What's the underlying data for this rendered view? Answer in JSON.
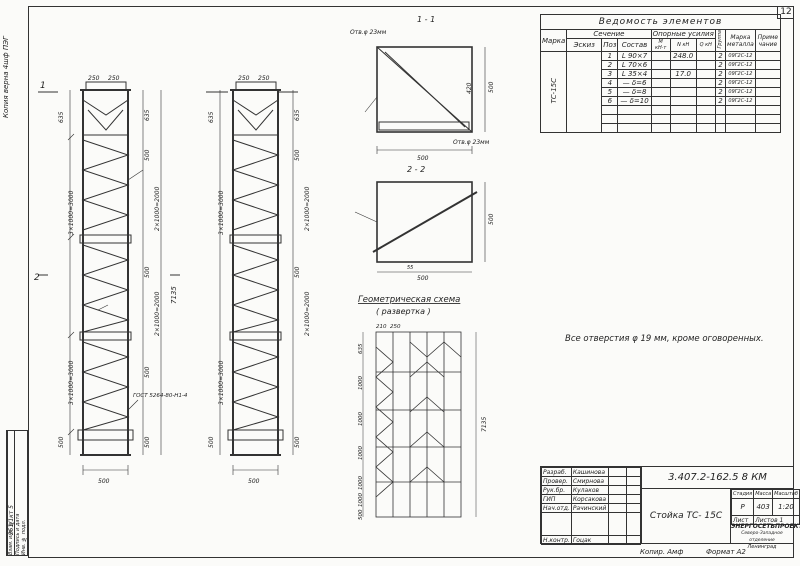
{
  "page_number": "12",
  "left_margin": {
    "top_note": "Копия верна 4шф  ПЭГ",
    "stamp_col1": "Взам. инв. №",
    "stamp_col2": "Подпись и дата",
    "stamp_col3": "Инв. № подл.",
    "stamp_value": "251/1кт 5"
  },
  "spec_table": {
    "title": "Ведомость элементов",
    "col_mark": "Марка",
    "group_section": "Сечение",
    "col_sketch": "Эскиз",
    "col_pos": "Поз",
    "col_composition": "Состав",
    "group_forces": "Опорные усилия",
    "col_m": "M кН·т",
    "col_n": "N кН",
    "col_q": "Q кН",
    "col_group": "Группа",
    "col_steel": "Марка металла",
    "col_note": "Приме чание",
    "mark_value": "ТС-15С",
    "rows": [
      {
        "pos": "1",
        "comp": "L 90×7",
        "m": "",
        "n": "248.0",
        "q": "",
        "grp": "2",
        "steel": "09Г2С-12"
      },
      {
        "pos": "2",
        "comp": "L 70×6",
        "m": "",
        "n": "",
        "q": "",
        "grp": "2",
        "steel": "09Г2С-12"
      },
      {
        "pos": "3",
        "comp": "L 35×4",
        "m": "",
        "n": "17.0",
        "q": "",
        "grp": "2",
        "steel": "09Г2С-12"
      },
      {
        "pos": "4",
        "comp": "— δ=6",
        "m": "",
        "n": "",
        "q": "",
        "grp": "2",
        "steel": "09Г2С-12"
      },
      {
        "pos": "5",
        "comp": "— δ=8",
        "m": "",
        "n": "",
        "q": "",
        "grp": "2",
        "steel": "09Г2С-12"
      },
      {
        "pos": "6",
        "comp": "— δ=10",
        "m": "",
        "n": "",
        "q": "",
        "grp": "2",
        "steel": "09Г2С-12"
      }
    ]
  },
  "section_1": {
    "title": "1 - 1",
    "hole_note_top": "Отв.φ 23мм",
    "hole_note_bottom": "Отв.φ 23мм",
    "width": "500",
    "height": "500",
    "dim_420": "420"
  },
  "section_2": {
    "title": "2 - 2",
    "width": "500",
    "height": "500",
    "dim_small": "55"
  },
  "geometric_scheme": {
    "title": "Геометрическая схема",
    "subtitle": "( развертка )",
    "dim_top_left": "210",
    "dim_top_right": "250",
    "height_total": "7135",
    "left_dims": [
      "635",
      "1000",
      "1000",
      "1000",
      "1000",
      "1000",
      "500"
    ]
  },
  "elevation_1": {
    "mark_1": "1",
    "mark_2": "2",
    "top_dims": [
      "250",
      "250"
    ],
    "left_dims": [
      "635",
      "3×1000=3000",
      "3×1000=3000",
      "500"
    ],
    "right_dims": [
      "635",
      "500",
      "2×1000=2000",
      "500",
      "2×1000=2000",
      "500",
      "500"
    ],
    "total_height": "7135",
    "bottom_width": "500",
    "gost_note": "ГОСТ 5264-80-Н1-4"
  },
  "elevation_2": {
    "top_dims": [
      "250",
      "250"
    ],
    "left_dims": [
      "635",
      "3×1000=3000",
      "3×1000=3000",
      "500"
    ],
    "right_dims": [
      "635",
      "500",
      "2×1000=2000",
      "500",
      "2×1000=2000",
      "500"
    ],
    "bottom_width": "500"
  },
  "main_note": "Все отверстия φ 19 мм, кроме оговоренных.",
  "title_block": {
    "doc_code": "3.407.2-162.5  8 КМ",
    "object_name": "Стойка ТС- 15С",
    "col_stage": "Стадия",
    "col_mass": "Масса",
    "col_scale": "Масштаб",
    "stage": "Р",
    "mass": "403",
    "scale": "1:20",
    "sheet_label": "Лист",
    "sheets_label": "Листов 1",
    "org": "ЭНЕРГОСЕТЬПРОЕКТ",
    "org_sub": "Северо-Западное отделение",
    "org_city": "Ленинград",
    "signatures": [
      {
        "role": "Разраб.",
        "name": "Кашинова"
      },
      {
        "role": "Провер.",
        "name": "Смирнова"
      },
      {
        "role": "Рук.бр.",
        "name": "Кулаков"
      },
      {
        "role": "ГИП",
        "name": "Корсакова"
      },
      {
        "role": "Нач.отд.",
        "name": "Рачинский"
      }
    ],
    "norm_control": "Н.контр.",
    "norm_name": "Гоцак"
  },
  "footer": {
    "copied": "Копир. Амф",
    "format": "Формат А2"
  }
}
